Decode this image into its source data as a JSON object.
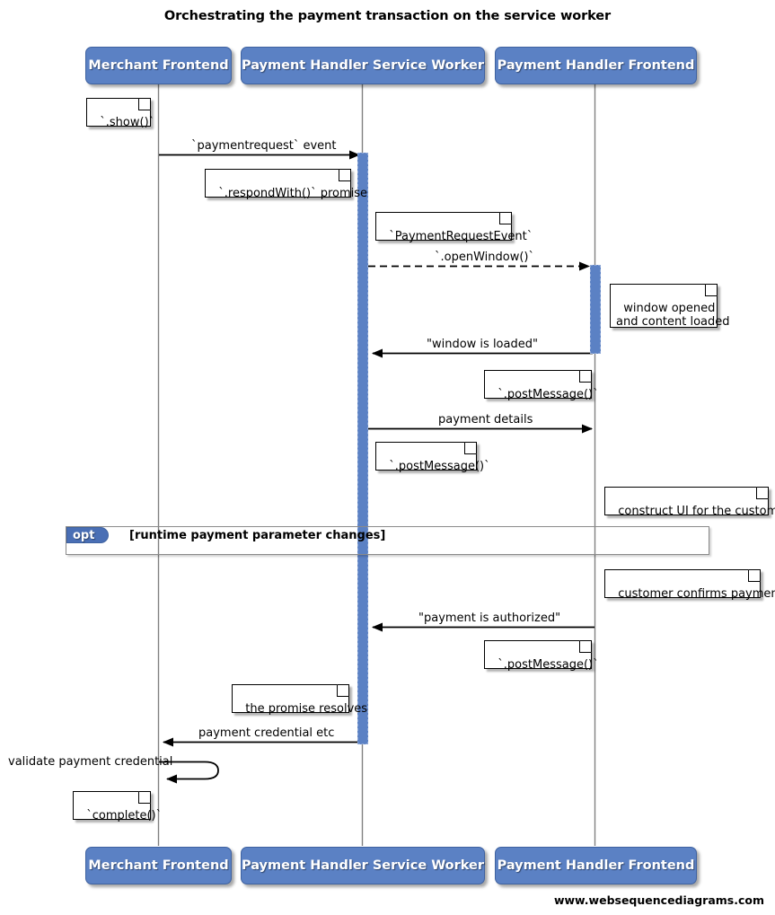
{
  "diagram": {
    "title": "Orchestrating the payment transaction on the service worker",
    "footer": "www.websequencediagrams.com",
    "colors": {
      "participant_fill": "#5b81c4",
      "participant_border": "#3f62a0",
      "activation_fill": "#5b81c4",
      "fragment_tab_fill": "#4a6fb5",
      "fragment_border": "#8a8a8a",
      "line": "#000000",
      "lifeline": "#808080",
      "background": "#ffffff"
    }
  },
  "participants": [
    {
      "id": "merchant",
      "label": "Merchant Frontend"
    },
    {
      "id": "sw",
      "label": "Payment Handler Service Worker"
    },
    {
      "id": "phf",
      "label": "Payment Handler Frontend"
    }
  ],
  "participants_bottom": [
    {
      "id": "merchant",
      "label": "Merchant Frontend"
    },
    {
      "id": "sw",
      "label": "Payment Handler Service Worker"
    },
    {
      "id": "phf",
      "label": "Payment Handler Frontend"
    }
  ],
  "messages": [
    {
      "id": "m1",
      "label": "`paymentrequest` event",
      "from": "merchant",
      "to": "sw",
      "style": "solid",
      "direction": "right"
    },
    {
      "id": "m2",
      "label": "`.openWindow()`",
      "from": "sw",
      "to": "phf",
      "style": "dashed",
      "direction": "right"
    },
    {
      "id": "m3",
      "label": "\"window is loaded\"",
      "from": "phf",
      "to": "sw",
      "style": "solid",
      "direction": "left"
    },
    {
      "id": "m4",
      "label": "payment details",
      "from": "sw",
      "to": "phf",
      "style": "solid",
      "direction": "right"
    },
    {
      "id": "m5",
      "label": "\"payment is authorized\"",
      "from": "phf",
      "to": "sw",
      "style": "solid",
      "direction": "left"
    },
    {
      "id": "m6",
      "label": "payment credential etc",
      "from": "sw",
      "to": "merchant",
      "style": "solid",
      "direction": "left"
    },
    {
      "id": "m7",
      "label": "validate payment credential",
      "from": "merchant",
      "to": "merchant",
      "style": "solid",
      "direction": "self"
    }
  ],
  "notes": [
    {
      "id": "n1",
      "text": "`.show()`"
    },
    {
      "id": "n2",
      "text": "`.respondWith()` promise"
    },
    {
      "id": "n3",
      "text": "`PaymentRequestEvent`"
    },
    {
      "id": "n4",
      "text": "window opened\nand content loaded"
    },
    {
      "id": "n5",
      "text": "`.postMessage()`"
    },
    {
      "id": "n6",
      "text": "`.postMessage()`"
    },
    {
      "id": "n7",
      "text": "construct UI for the customer"
    },
    {
      "id": "n8",
      "text": "customer confirms payment"
    },
    {
      "id": "n9",
      "text": "`.postMessage()`"
    },
    {
      "id": "n10",
      "text": "the promise resolves"
    },
    {
      "id": "n11",
      "text": "`complete()`"
    }
  ],
  "fragments": [
    {
      "id": "opt1",
      "kind": "opt",
      "condition": "[runtime payment parameter changes]"
    }
  ]
}
